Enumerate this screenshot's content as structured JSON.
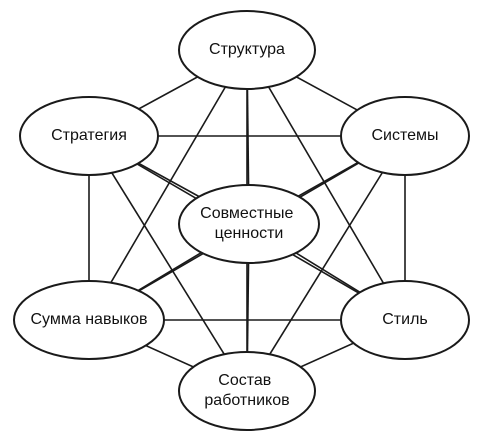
{
  "nodes": {
    "structure": {
      "lines": [
        "Структура"
      ]
    },
    "strategy": {
      "lines": [
        "Стратегия"
      ]
    },
    "systems": {
      "lines": [
        "Системы"
      ]
    },
    "shared_values": {
      "lines": [
        "Совместные",
        "ценности"
      ]
    },
    "skills": {
      "lines": [
        "Сумма навыков"
      ]
    },
    "style": {
      "lines": [
        "Стиль"
      ]
    },
    "staff": {
      "lines": [
        "Состав",
        "работников"
      ]
    }
  },
  "edges": [
    [
      "structure",
      "strategy"
    ],
    [
      "structure",
      "systems"
    ],
    [
      "structure",
      "shared_values"
    ],
    [
      "structure",
      "skills"
    ],
    [
      "structure",
      "style"
    ],
    [
      "structure",
      "staff"
    ],
    [
      "strategy",
      "systems"
    ],
    [
      "strategy",
      "shared_values"
    ],
    [
      "strategy",
      "skills"
    ],
    [
      "strategy",
      "style"
    ],
    [
      "strategy",
      "staff"
    ],
    [
      "systems",
      "shared_values"
    ],
    [
      "systems",
      "skills"
    ],
    [
      "systems",
      "style"
    ],
    [
      "systems",
      "staff"
    ],
    [
      "shared_values",
      "skills"
    ],
    [
      "shared_values",
      "style"
    ],
    [
      "shared_values",
      "staff"
    ],
    [
      "skills",
      "style"
    ],
    [
      "skills",
      "staff"
    ],
    [
      "style",
      "staff"
    ]
  ]
}
